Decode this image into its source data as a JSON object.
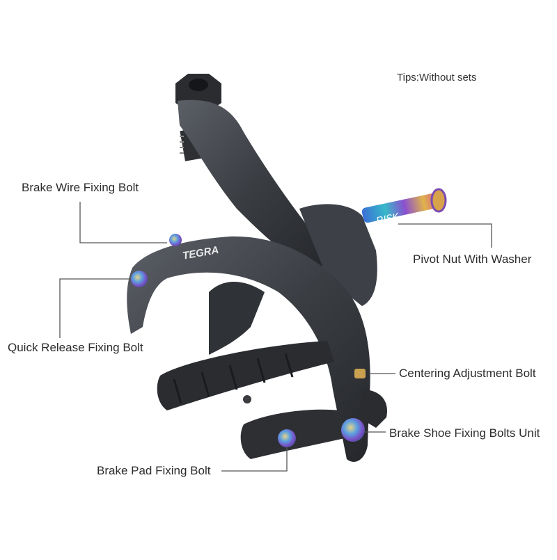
{
  "tips": "Tips:Without sets",
  "parts": {
    "brake_wire_fixing_bolt": "Brake Wire Fixing Bolt",
    "quick_release_fixing_bolt": "Quick Release Fixing Bolt",
    "brake_pad_fixing_bolt": "Brake Pad Fixing Bolt",
    "pivot_nut_with_washer": "Pivot Nut With Washer",
    "centering_adjustment_bolt": "Centering Adjustment Bolt",
    "brake_shoe_fixing_bolts_unit": "Brake Shoe Fixing Bolts Unit"
  },
  "branding": {
    "arm_text": "TEGRA",
    "axle_text": "RISK"
  },
  "colors": {
    "caliper_body": "#3a3d42",
    "caliper_highlight": "#5a5e65",
    "pad_rubber": "#2a2c30",
    "leader_line": "#555555",
    "label_text": "#2b2b2b"
  }
}
